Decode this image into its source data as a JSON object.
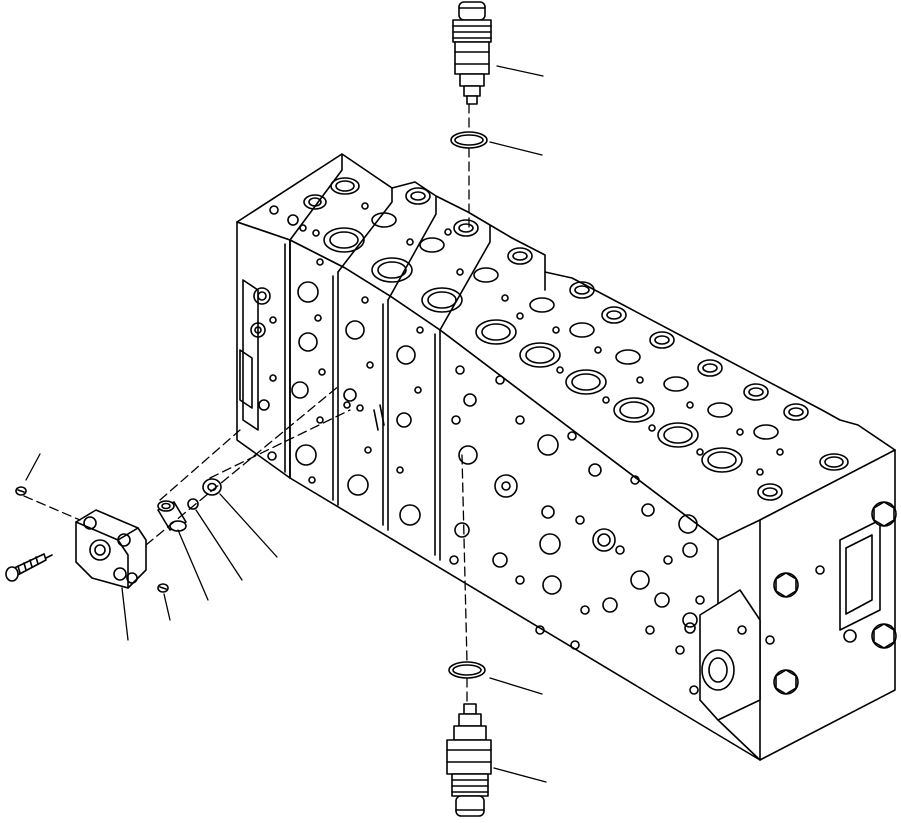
{
  "diagram": {
    "kind": "exploded parts illustration",
    "text_labels": [],
    "parts": [
      "relief-valve-top",
      "o-ring-top",
      "main-valve-body",
      "cover-block",
      "bolt",
      "small-screw",
      "plug-screw",
      "sleeve",
      "ball",
      "spacer-ring",
      "o-ring-bottom",
      "relief-valve-bottom"
    ],
    "callout_count": 10,
    "line_color": "#000000",
    "background_color": "#ffffff"
  }
}
